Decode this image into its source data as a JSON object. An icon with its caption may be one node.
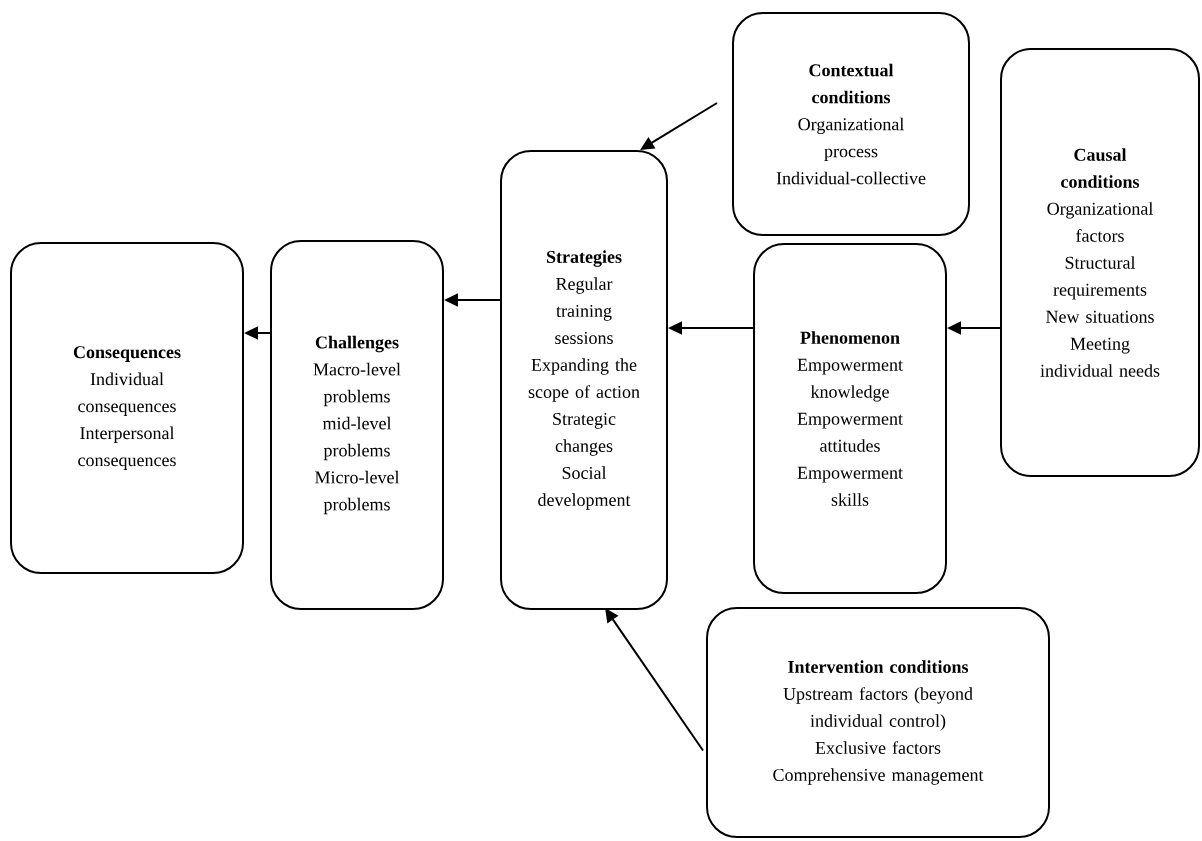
{
  "diagram": {
    "nodes": [
      {
        "text": [
          "Contextual conditions",
          "Organizational process",
          "Individual-collective"
        ]
      },
      {
        "text": [
          "Causal conditions",
          "Organizational factors",
          "Structural requirements",
          "New situations",
          "Meeting individual needs"
        ]
      },
      {
        "text": [
          "Consequences",
          "Individual consequences",
          "Interpersonal consequences"
        ]
      },
      {
        "text": [
          "Challenges",
          "Macro-level problems",
          "mid-level problems",
          "Micro-level problems"
        ]
      },
      {
        "text": [
          "Strategies",
          "Regular training sessions",
          "Expanding the scope of action",
          "Strategic changes",
          "Social development"
        ]
      },
      {
        "text": [
          "Phenomenon",
          "Empowerment knowledge",
          "Empowerment attitudes",
          "Empowerment skills"
        ]
      },
      {
        "text": [
          "Intervention conditions",
          "Upstream factors (beyond individual control)",
          "Exclusive factors",
          "Comprehensive management"
        ]
      }
    ],
    "edges": [
      {
        "from": 1,
        "to": 5,
        "arrow": "to"
      },
      {
        "from": 5,
        "to": 4,
        "arrow": "to"
      },
      {
        "from": 4,
        "to": 3,
        "arrow": "to"
      },
      {
        "from": 3,
        "to": 2,
        "arrow": "to"
      },
      {
        "from": 0,
        "to": 4,
        "arrow": "to"
      },
      {
        "from": 6,
        "to": 4,
        "arrow": "to"
      }
    ]
  }
}
